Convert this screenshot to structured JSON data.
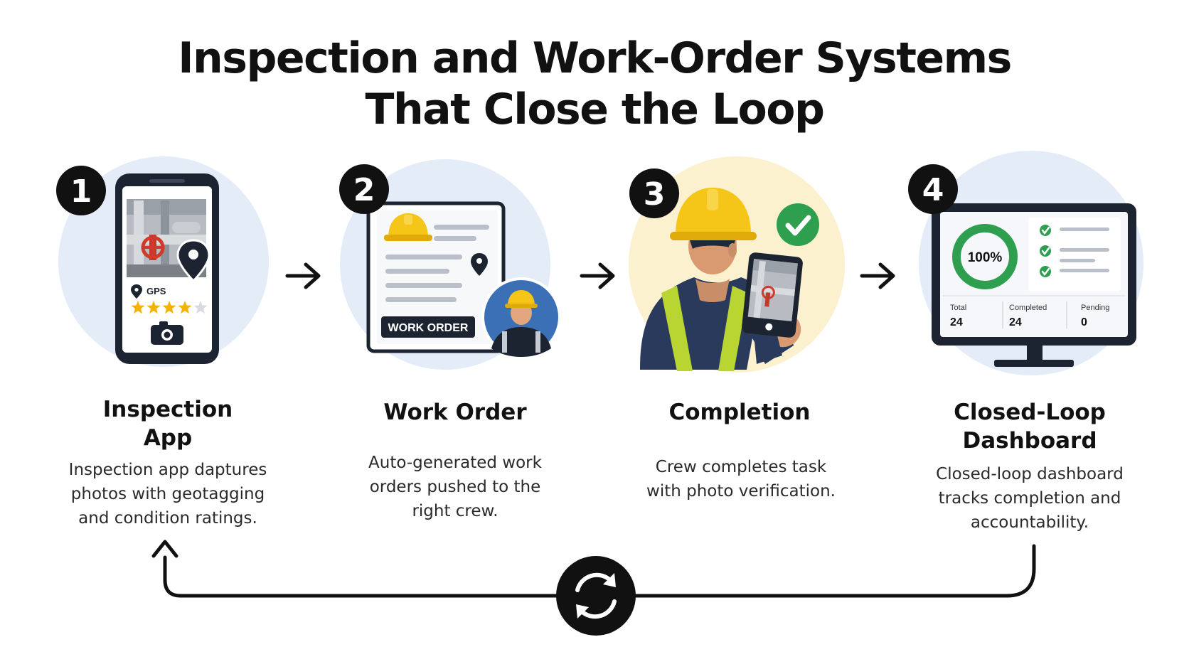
{
  "title": {
    "line1": "Inspection and Work-Order Systems",
    "line2": "That Close the Loop"
  },
  "colors": {
    "circle_blue": "#e3ecf7",
    "circle_yellow": "#fbf1cf",
    "dark": "#1b2430",
    "hardhat": "#f5c518",
    "green": "#2e9e4f",
    "star": "#f5b301",
    "navy": "#2a3a5c",
    "safety_stripe": "#b9d531"
  },
  "steps": [
    {
      "number": "1",
      "title_line1": "Inspection",
      "title_line2": "App",
      "description": [
        "Inspection app daptures",
        "photos with geotagging",
        "and condition ratings."
      ],
      "phone": {
        "gps_label": "GPS",
        "rating_filled": 4,
        "rating_max": 5
      },
      "icons": [
        "phone-icon",
        "valve-photo",
        "map-pin-icon",
        "star-icon",
        "camera-icon"
      ]
    },
    {
      "number": "2",
      "title_line1": "Work Order",
      "description": [
        "Auto-generated work",
        "orders pushed to the",
        "right crew."
      ],
      "badge": "WORK ORDER",
      "icons": [
        "document-icon",
        "hardhat-icon",
        "map-pin-icon",
        "crew-avatar"
      ]
    },
    {
      "number": "3",
      "title_line1": "Completion",
      "description": [
        "Crew completes task",
        "with photo verification."
      ],
      "icons": [
        "worker-illustration",
        "tablet-icon",
        "check-icon"
      ]
    },
    {
      "number": "4",
      "title_line1": "Closed-Loop",
      "title_line2": "Dashboard",
      "description": [
        "Closed-loop dashboard",
        "tracks completion and",
        "accountability."
      ],
      "dashboard": {
        "progress_label": "100%",
        "progress": 1.0,
        "stats": [
          {
            "label": "Total",
            "value": "24"
          },
          {
            "label": "Completed",
            "value": "24"
          },
          {
            "label": "Pending",
            "value": "0"
          }
        ]
      },
      "icons": [
        "monitor-icon",
        "donut-chart",
        "check-icon"
      ]
    }
  ],
  "loop": {
    "icon": "refresh-icon"
  }
}
